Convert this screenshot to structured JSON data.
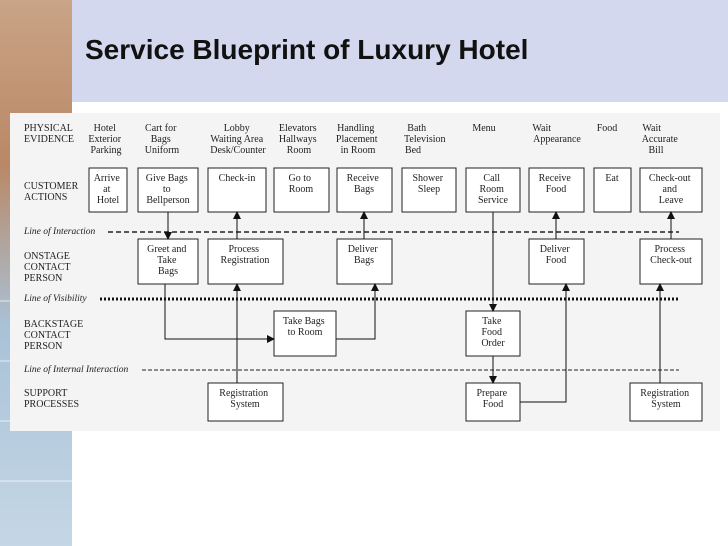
{
  "title": "Service Blueprint of Luxury Hotel",
  "row_labels": {
    "physical_evidence": [
      "PHYSICAL",
      "EVIDENCE"
    ],
    "customer_actions": [
      "CUSTOMER",
      "ACTIONS"
    ],
    "onstage": [
      "ONSTAGE",
      "CONTACT",
      "PERSON"
    ],
    "backstage": [
      "BACKSTAGE",
      "CONTACT",
      "PERSON"
    ],
    "support": [
      "SUPPORT",
      "PROCESSES"
    ]
  },
  "lines": {
    "interaction": "Line of Interaction",
    "visibility": "Line of Visibility",
    "internal": "Line of Internal Interaction"
  },
  "physical_evidence": [
    [
      "Hotel",
      "Exterior",
      "Parking"
    ],
    [
      "Cart for",
      "Bags",
      "Uniform"
    ],
    [
      "Lobby",
      "Waiting Area",
      "Desk/Counter"
    ],
    [
      "Elevators",
      "Hallways",
      "Room"
    ],
    [
      "Handling",
      "Placement",
      "in Room"
    ],
    [
      "Bath",
      "Television",
      "Bed"
    ],
    [
      "Menu"
    ],
    [
      "Wait",
      "Appearance"
    ],
    [
      "Food"
    ],
    [
      "Wait",
      "Accurate",
      "Bill"
    ]
  ],
  "customer_actions": [
    [
      "Arrive",
      "at",
      "Hotel"
    ],
    [
      "Give Bags",
      "to",
      "Bellperson"
    ],
    [
      "Check-in"
    ],
    [
      "Go to",
      "Room"
    ],
    [
      "Receive",
      "Bags"
    ],
    [
      "Shower",
      "Sleep"
    ],
    [
      "Call",
      "Room",
      "Service"
    ],
    [
      "Receive",
      "Food"
    ],
    [
      "Eat"
    ],
    [
      "Check-out",
      "and",
      "Leave"
    ]
  ],
  "onstage": [
    [
      "Greet and",
      "Take",
      "Bags"
    ],
    [
      "Process",
      "Registration"
    ],
    [
      "Deliver",
      "Bags"
    ],
    [
      "Deliver",
      "Food"
    ],
    [
      "Process",
      "Check-out"
    ]
  ],
  "backstage": [
    [
      "Take Bags",
      "to Room"
    ],
    [
      "Take",
      "Food",
      "Order"
    ]
  ],
  "support": [
    [
      "Registration",
      "System"
    ],
    [
      "Prepare",
      "Food"
    ],
    [
      "Registration",
      "System"
    ]
  ]
}
